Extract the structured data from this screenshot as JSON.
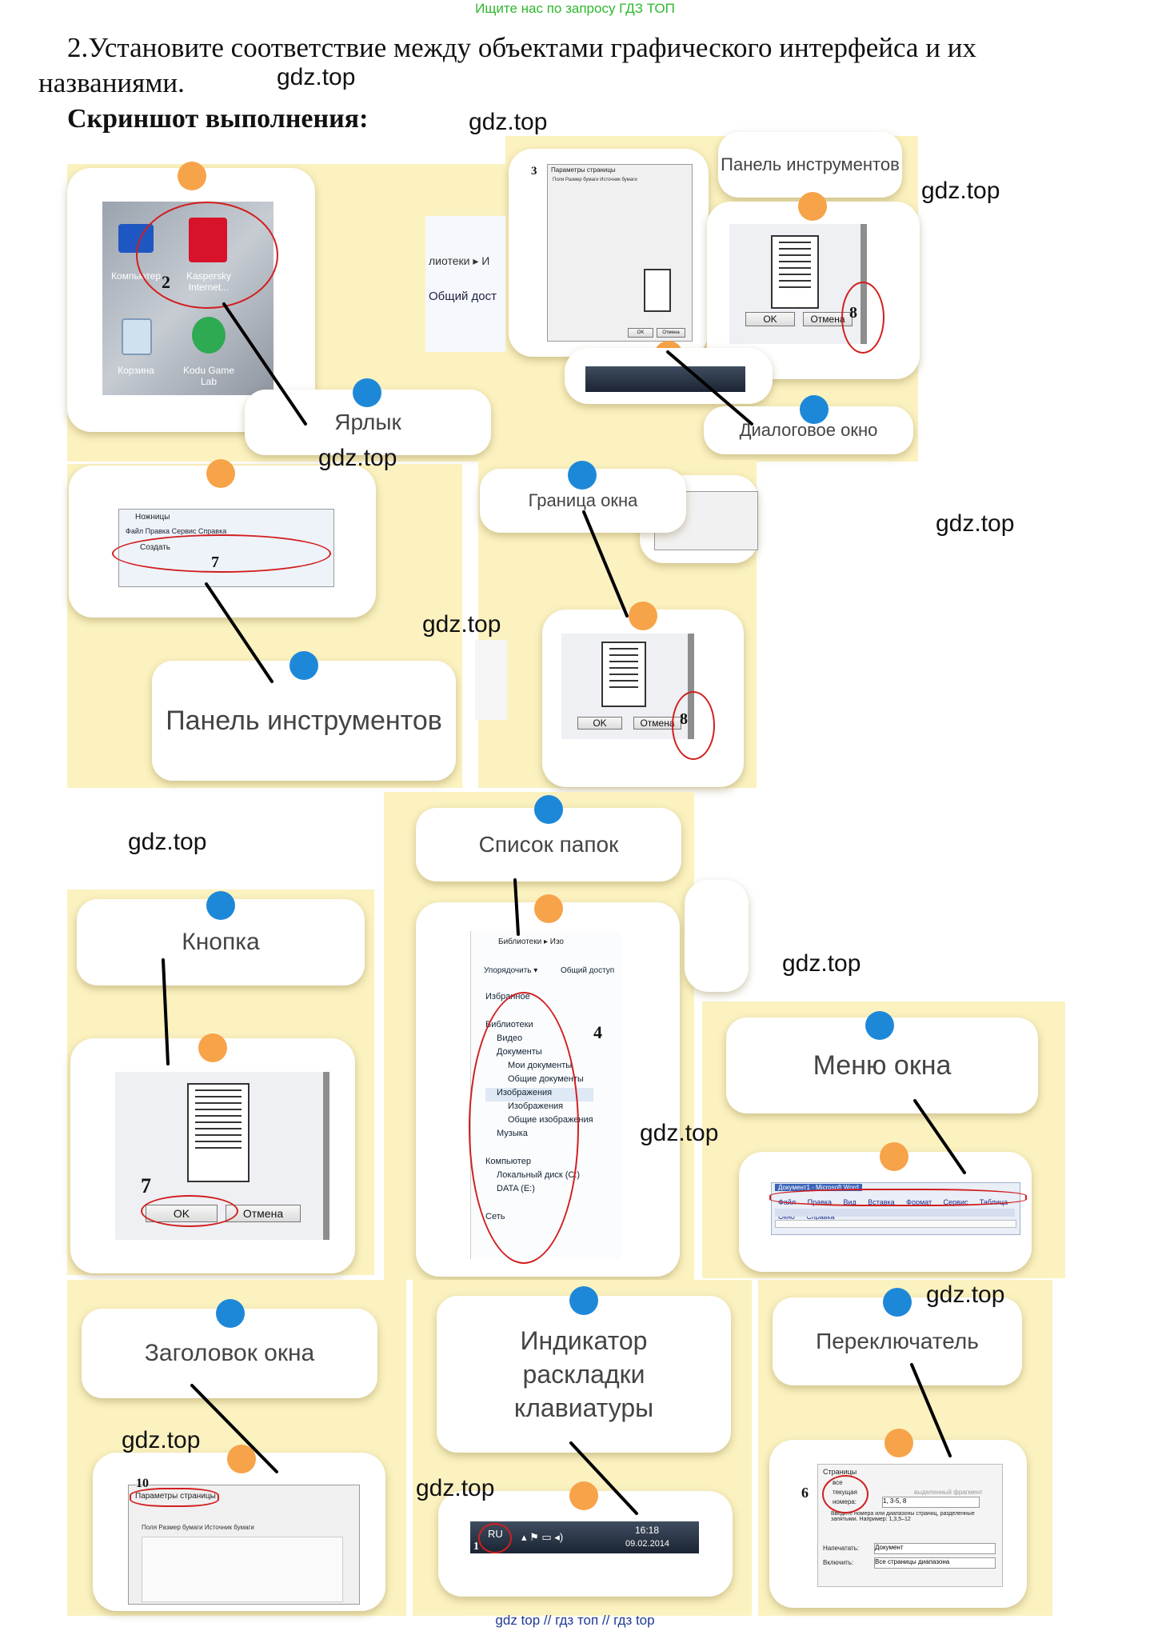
{
  "header": {
    "search_hint": "Ищите нас по запросу ГДЗ ТОП"
  },
  "task": {
    "text": "2.Установите соответствие между объектами графического интерфейса и их названиями.",
    "subtitle": "Скриншот выполнения:"
  },
  "watermark": "gdz.top",
  "labels": {
    "shortcut": "Ярлык",
    "toolbar_top": "Панель инструментов",
    "dialog": "Диалоговое окно",
    "border": "Граница окна",
    "toolbar": "Панель инструментов",
    "folders": "Список папок",
    "button": "Кнопка",
    "menu": "Меню окна",
    "title": "Заголовок окна",
    "keyboard": "Индикатор раскладки клавиатуры",
    "switch": "Переключатель"
  },
  "screens": {
    "desktop": {
      "icons": [
        "Компьютер",
        "Kaspersky Internet...",
        "Корзина",
        "Kodu Game Lab"
      ],
      "marker": "2"
    },
    "page_setup": {
      "title": "Параметры страницы",
      "tabs": [
        "Поля",
        "Размер бумаги",
        "Источник бумаги"
      ],
      "marker_dialog": "3",
      "marker_title": "10"
    },
    "border_shot": {
      "ok": "OK",
      "cancel": "Отмена",
      "marker": "8"
    },
    "snipping": {
      "title": "Ножницы",
      "menu": [
        "Файл",
        "Правка",
        "Сервис",
        "Справка"
      ],
      "create": "Создать",
      "marker": "7"
    },
    "button_shot": {
      "ok": "OK",
      "cancel": "Отмена",
      "marker": "7"
    },
    "explorer": {
      "breadcrumb": "Библиотеки ▸ Изо",
      "organize": "Упорядочить ▾",
      "share": "Общий доступ",
      "tree": [
        "Избранное",
        "Библиотеки",
        "Видео",
        "Документы",
        "Мои документы",
        "Общие документы",
        "Изображения",
        "Изображения",
        "Общие изображения",
        "Музыка",
        "Компьютер",
        "Локальный диск (C:)",
        "DATA (E:)",
        "Сеть"
      ],
      "marker": "4"
    },
    "word_menu": {
      "title": "Документ1 - Microsoft Word",
      "items": [
        "Файл",
        "Правка",
        "Вид",
        "Вставка",
        "Формат",
        "Сервис",
        "Таблица",
        "Окно",
        "Справка"
      ]
    },
    "taskbar": {
      "lang": "RU",
      "time": "16:18",
      "date": "09.02.2014",
      "marker": "1"
    },
    "print_range": {
      "group": "Страницы",
      "options": [
        "все",
        "текущая",
        "номера:"
      ],
      "selection": "выделенный фрагмент",
      "pages_value": "1, 3-5, 8",
      "hint": "Введите номера или диапазоны страниц, разделенные запятыми. Например: 1,3,5–12",
      "print_label": "Напечатать:",
      "print_value": "Документ",
      "include_label": "Включить:",
      "include_value": "Все страницы диапазона",
      "marker": "6"
    }
  },
  "footer": "gdz top // гдз топ // гдз top"
}
